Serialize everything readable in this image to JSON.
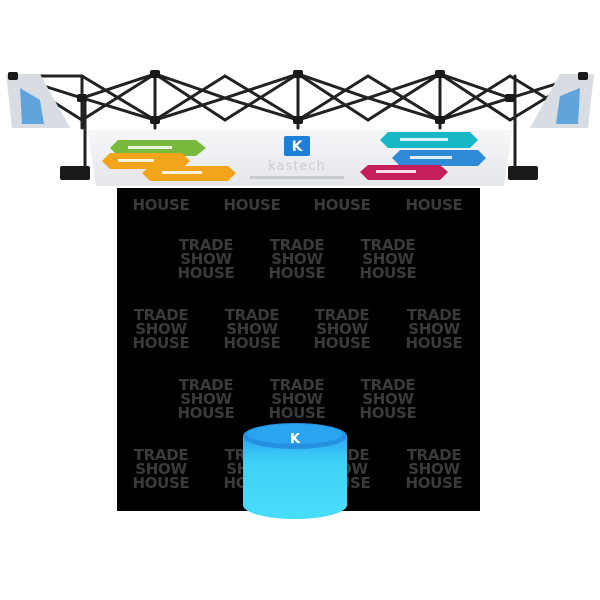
{
  "image": {
    "watermark_lines": [
      "TRADE",
      "SHOW",
      "HOUSE"
    ],
    "header_logo_letter": "K",
    "counter_logo_letter": "K",
    "header_word": "kastech",
    "colors": {
      "backwall": "#000000",
      "watermark": "#3a3a3a",
      "frame": "#222222",
      "header_bg": "#f1f2f4",
      "counter": "#3dd0f5",
      "counter_top": "#2590e0",
      "logo_blue": "#1e7fd8",
      "hex_green": "#79b93b",
      "hex_orange": "#f2a51a",
      "hex_red": "#e8485a",
      "hex_teal": "#18b7c6",
      "hex_blue": "#2f8bd8",
      "hex_magenta": "#c61e5c"
    }
  }
}
